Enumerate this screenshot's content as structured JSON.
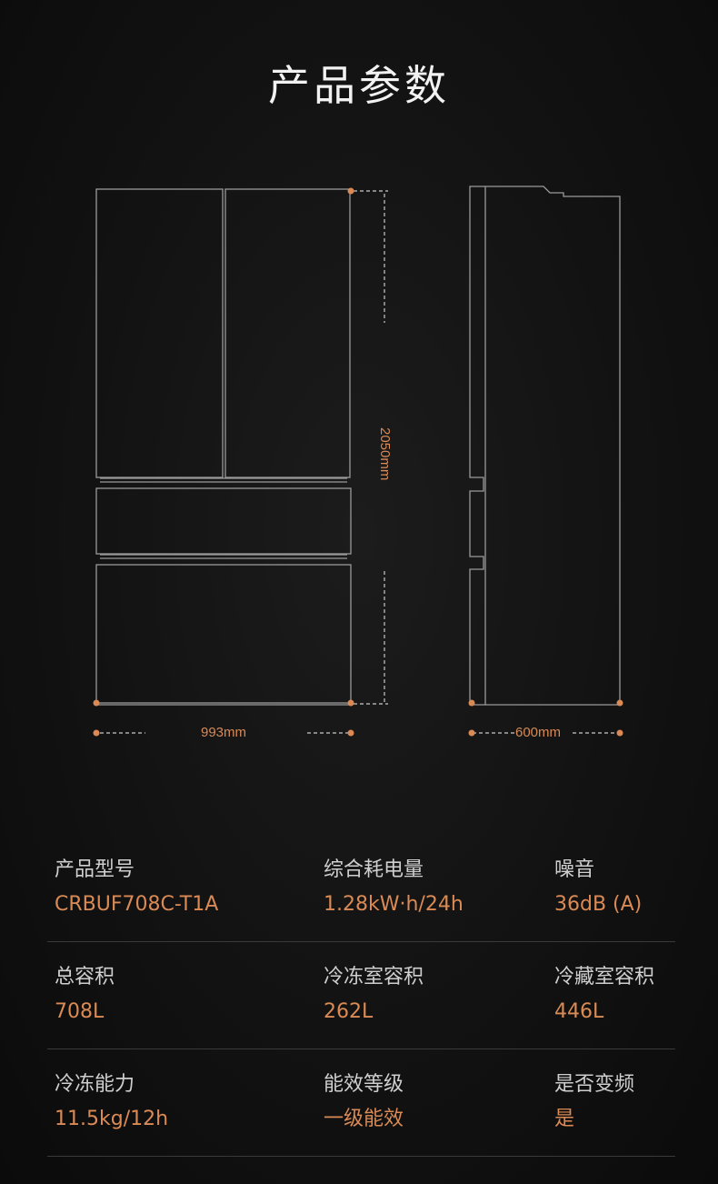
{
  "title": "产品参数",
  "dimensions": {
    "height": "2050mm",
    "width": "993mm",
    "depth": "600mm"
  },
  "colors": {
    "accent": "#d98a55",
    "line": "#9a9a9a",
    "background": "#121212"
  },
  "specs": [
    [
      {
        "label": "产品型号",
        "value": "CRBUF708C-T1A"
      },
      {
        "label": "综合耗电量",
        "value": "1.28kW·h/24h"
      },
      {
        "label": "噪音",
        "value": "36dB (A)"
      }
    ],
    [
      {
        "label": "总容积",
        "value": "708L"
      },
      {
        "label": "冷冻室容积",
        "value": "262L"
      },
      {
        "label": "冷藏室容积",
        "value": "446L"
      }
    ],
    [
      {
        "label": "冷冻能力",
        "value": "11.5kg/12h"
      },
      {
        "label": "能效等级",
        "value": "一级能效"
      },
      {
        "label": "是否变频",
        "value": "是"
      }
    ]
  ]
}
